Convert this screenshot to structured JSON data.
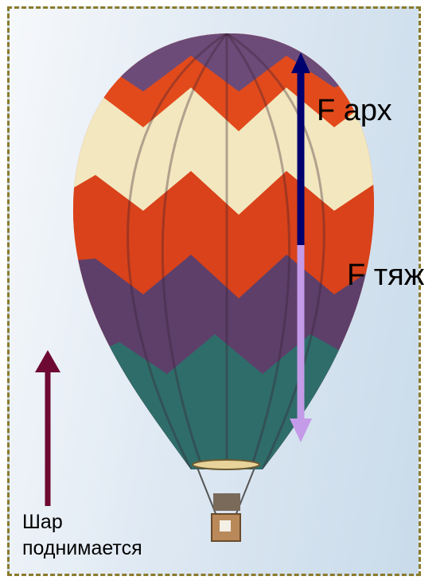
{
  "labels": {
    "buoyant_force": "F арх",
    "gravity_force": "F тяж",
    "caption": "Шар поднимается"
  },
  "colors": {
    "buoyant_arrow": "#00006e",
    "gravity_arrow": "#c49be8",
    "rise_arrow": "#6e0a32",
    "frame_border": "#8a7a2a"
  }
}
